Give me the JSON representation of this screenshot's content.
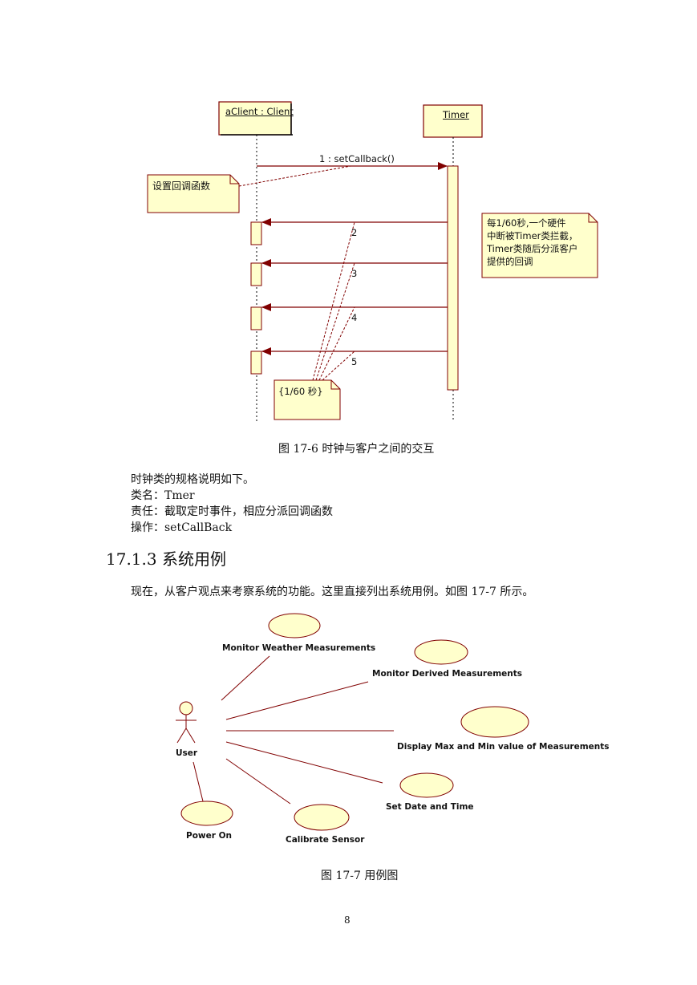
{
  "sequence_diagram": {
    "client_object": "aClient : Client",
    "timer_object": "Timer",
    "first_message": "1 : setCallback()",
    "callback_note": "设置回调函数",
    "callback_numbers": [
      "2",
      "3",
      "4",
      "5"
    ],
    "interval_note": "{1/60 秒}",
    "interrupt_note": [
      "每1/60秒,一个硬件",
      "中断被Timer类拦截，",
      "Timer类随后分派客户",
      "提供的回调"
    ],
    "colors": {
      "fill": "#ffffcc",
      "line": "#800000"
    }
  },
  "figure1_caption": "图 17-6  时钟与客户之间的交互",
  "spec": {
    "intro": "时钟类的规格说明如下。",
    "class_name": "类名：Tmer",
    "responsibility": "责任：截取定时事件，相应分派回调函数",
    "operation": "操作：setCallBack"
  },
  "section_heading": "17.1.3 系统用例",
  "section_intro": "现在，从客户观点来考察系统的功能。这里直接列出系统用例。如图 17-7 所示。",
  "use_case_diagram": {
    "actor": "User",
    "use_cases": {
      "monitor_weather": "Monitor Weather Measurements",
      "monitor_derived": "Monitor Derived Measurements",
      "display_max_min": "Display Max and Min value of Measurements",
      "set_date_time": "Set Date and Time",
      "calibrate": "Calibrate Sensor",
      "power_on": "Power On"
    }
  },
  "figure2_caption": "图 17-7  用例图",
  "page_number": "8"
}
